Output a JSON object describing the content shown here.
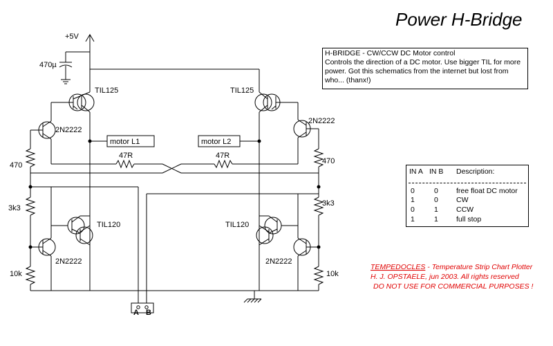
{
  "title": "Power H-Bridge",
  "supply": "+5V",
  "capacitor": "470µ",
  "description": {
    "heading": "H-BRIDGE  -  CW/CCW DC Motor control",
    "lines": [
      "Controls the direction of a DC motor. Use bigger TIL for more",
      "power.    Got this schematics from the internet but lost from",
      "who... (thanx!)"
    ]
  },
  "components": {
    "til125_left": "TIL125",
    "til125_right": "TIL125",
    "q2222_upper_left": "2N2222",
    "q2222_upper_right": "2N2222",
    "motor_l1": "motor L1",
    "motor_l2": "motor L2",
    "r47_left": "47R",
    "r47_right": "47R",
    "r470_left": "470",
    "r470_right": "470",
    "r3k3_left": "3k3",
    "r3k3_right": "3k3",
    "til120_left": "TIL120",
    "til120_right": "TIL120",
    "q2222_lower_left": "2N2222",
    "q2222_lower_right": "2N2222",
    "r10k_left": "10k",
    "r10k_right": "10k",
    "input_a": "A",
    "input_b": "B"
  },
  "truth_table": {
    "headers": [
      "IN A",
      "IN B",
      "Description:"
    ],
    "rows": [
      [
        "0",
        "0",
        "free float DC motor"
      ],
      [
        "1",
        "0",
        "CW"
      ],
      [
        "0",
        "1",
        "CCW"
      ],
      [
        "1",
        "1",
        "full stop"
      ]
    ]
  },
  "credits": {
    "line1_name": "TEMPEDOCLES",
    "line1_rest": " - Temperature Strip Chart Plotter",
    "line2": "H. J. OPSTAELE,  jun 2003.    All rights reserved",
    "line3": "DO NOT USE FOR COMMERCIAL PURPOSES !"
  },
  "colors": {
    "credit": "#e00000",
    "ink": "#000000"
  }
}
